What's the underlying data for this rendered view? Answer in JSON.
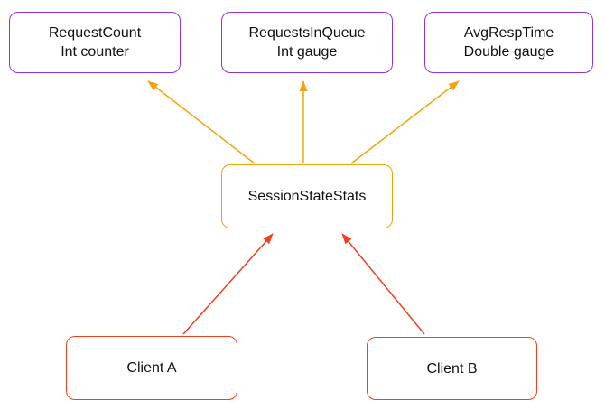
{
  "colors": {
    "metric_box_border": "#8E35D8",
    "aggregator_box_border": "#F2A30B",
    "client_box_border": "#F53D20",
    "metric_arrow": "#F2A30B",
    "client_arrow": "#F53D20",
    "text": "#111111",
    "background": "#FFFFFF"
  },
  "nodes": {
    "request_count": {
      "title": "RequestCount",
      "subtitle": "Int counter"
    },
    "requests_in_queue": {
      "title": "RequestsInQueue",
      "subtitle": "Int gauge"
    },
    "avg_resp_time": {
      "title": "AvgRespTime",
      "subtitle": "Double gauge"
    },
    "session_state_stats": {
      "title": "SessionStateStats"
    },
    "client_a": {
      "title": "Client A"
    },
    "client_b": {
      "title": "Client B"
    }
  }
}
